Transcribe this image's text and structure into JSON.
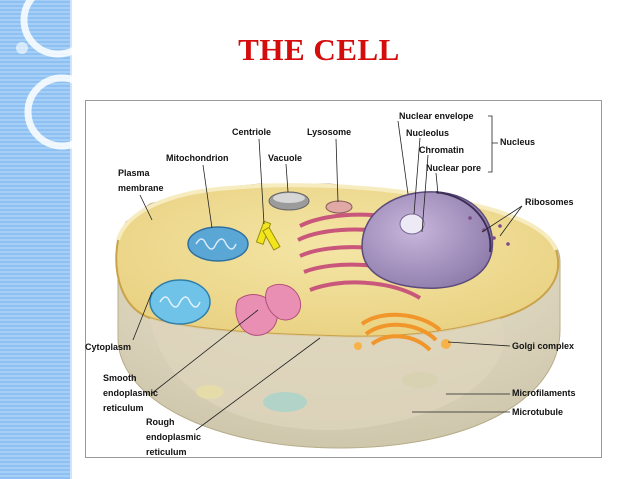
{
  "title": "THE CELL",
  "labels": {
    "centriole": "Centriole",
    "lysosome": "Lysosome",
    "nuclear_envelope": "Nuclear envelope",
    "nucleolus": "Nucleolus",
    "chromatin": "Chromatin",
    "nuclear_pore": "Nuclear pore",
    "nucleus": "Nucleus",
    "mitochondrion": "Mitochondrion",
    "vacuole": "Vacuole",
    "plasma_membrane_1": "Plasma",
    "plasma_membrane_2": "membrane",
    "ribosomes": "Ribosomes",
    "cytoplasm": "Cytoplasm",
    "golgi_complex": "Golgi complex",
    "smooth_er_1": "Smooth",
    "smooth_er_2": "endoplasmic",
    "smooth_er_3": "reticulum",
    "microfilaments": "Microfilaments",
    "microtubule": "Microtubule",
    "rough_er_1": "Rough",
    "rough_er_2": "endoplasmic",
    "rough_er_3": "reticulum"
  },
  "colors": {
    "title": "#d40c0c",
    "sidebar": "#8ec1f2"
  }
}
